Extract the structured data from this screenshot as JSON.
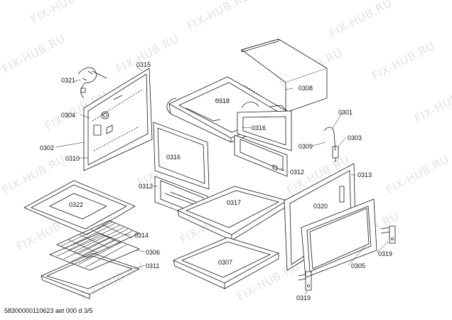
{
  "watermark": "FIX-HUB.RU",
  "parts": {
    "p0301": "0301",
    "p0302": "0302",
    "p0303": "0303",
    "p0304": "0304",
    "p0305": "0305",
    "p0306": "0306",
    "p0307": "0307",
    "p0308": "0308",
    "p0309": "0309",
    "p0310": "0310",
    "p0311": "0311",
    "p0312": "0312",
    "p0313": "0313",
    "p0314": "0314",
    "p0315": "0315",
    "p0316": "0316",
    "p0317": "0317",
    "p0318": "0318",
    "p0319": "0319",
    "p0320": "0320",
    "p0321": "0321",
    "p0322": "0322"
  },
  "footer": "58300000110623 aet 000 d 3/5"
}
